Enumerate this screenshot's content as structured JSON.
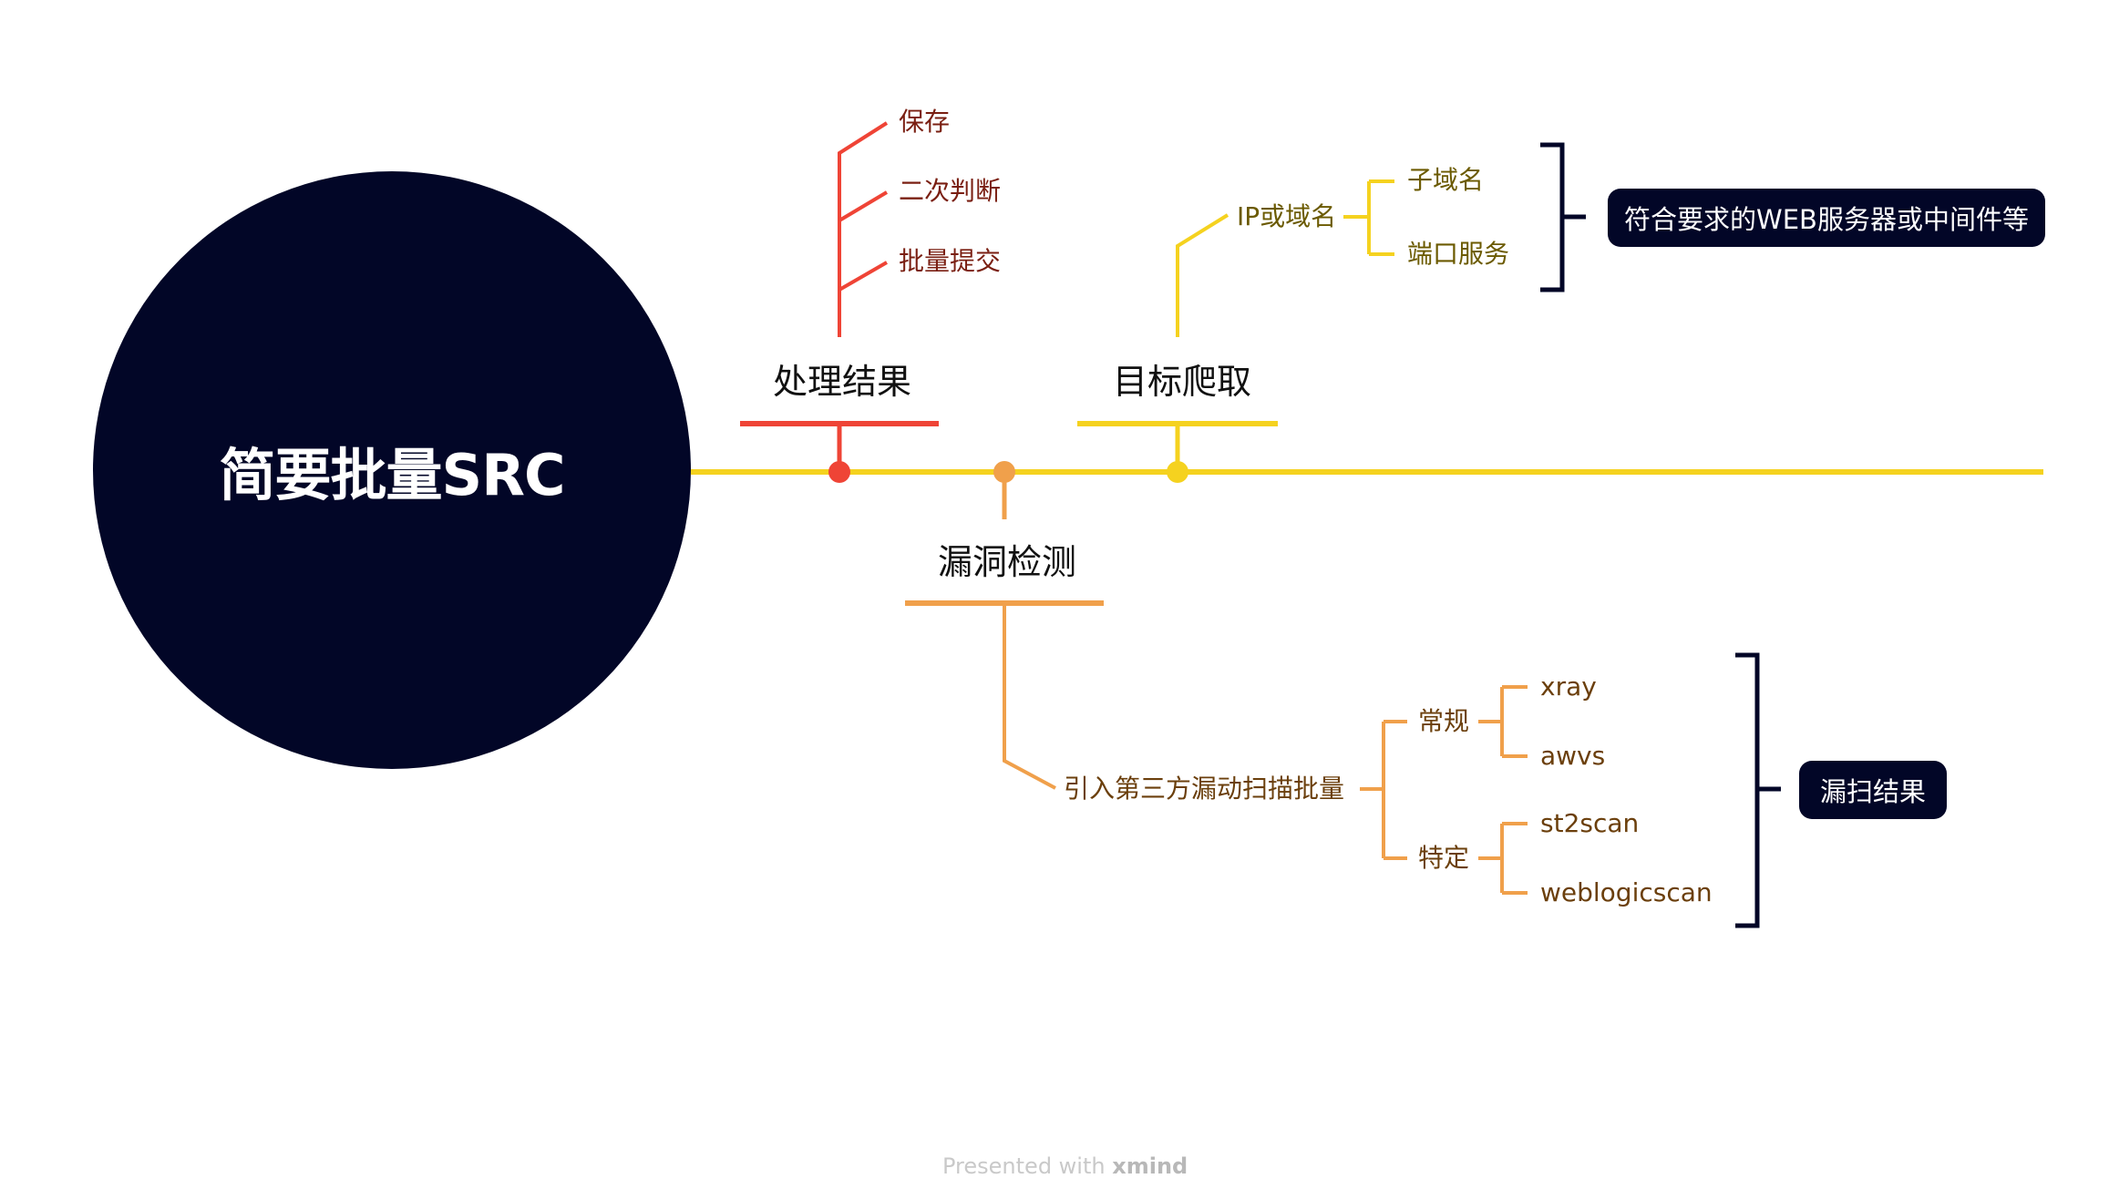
{
  "central_topic": "简要批量SRC",
  "branches": [
    {
      "title": "处理结果",
      "color": "#ef4436",
      "children": [
        "保存",
        "二次判断",
        "批量提交"
      ]
    },
    {
      "title": "漏洞检测",
      "color": "#f0a04b",
      "child": "引入第三方漏动扫描批量",
      "groups": [
        {
          "name": "常规",
          "items": [
            "xray",
            "awvs"
          ]
        },
        {
          "name": "特定",
          "items": [
            "st2scan",
            "weblogicscan"
          ]
        }
      ],
      "summary": "漏扫结果"
    },
    {
      "title": "目标爬取",
      "color": "#f5d21f",
      "child": "IP或域名",
      "items": [
        "子域名",
        "端口服务"
      ],
      "summary": "符合要求的WEB服务器或中间件等"
    }
  ],
  "colors": {
    "central": "#020627",
    "main_line": "#f5d21f",
    "red": "#ef4436",
    "orange": "#f0a04b",
    "yellow": "#f5d21f",
    "summary": "#020627"
  },
  "footer": {
    "prefix": "Presented with ",
    "brand": "xmind"
  }
}
